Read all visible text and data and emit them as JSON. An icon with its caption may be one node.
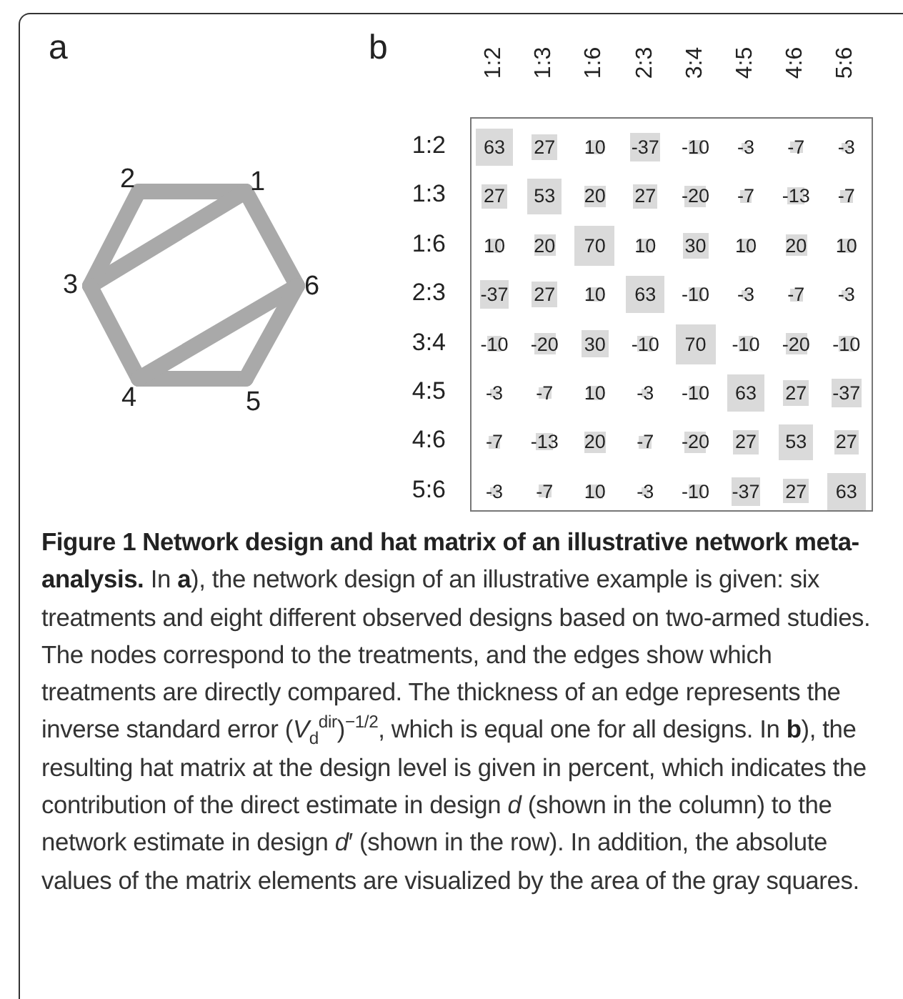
{
  "diagram": {
    "caption": "**Figure 1 Network design and hat matrix of an illustrative network meta-analysis.** In **a**), the network design of an illustrative example is given: six treatments and eight different observed designs based on two-armed studies. The nodes correspond to the treatments, and the edges show which treatments are directly compared. The thickness of an edge represents the inverse standard error (*V*$_{d}$$^{dir}$)$^{−1/2}$, which is equal one for all designs. In **b**), the resulting hat matrix at the design level is given in percent, which indicates the contribution of the direct estimate in design *d* (shown in the column) to the network estimate in design *d*′ (shown in the row). In addition, the absolute values of the matrix elements are visualized by the area of the gray squares.",
    "nodes": [
      {
        "text": [
          "2"
        ]
      },
      {
        "text": [
          "1"
        ]
      },
      {
        "text": [
          "3"
        ]
      },
      {
        "text": [
          "6"
        ]
      },
      {
        "text": [
          "4"
        ]
      },
      {
        "text": [
          "5"
        ]
      }
    ],
    "edges": [
      {
        "from": 1,
        "to": 0,
        "arrow": "none"
      },
      {
        "from": 1,
        "to": 2,
        "arrow": "none"
      },
      {
        "from": 1,
        "to": 3,
        "arrow": "none"
      },
      {
        "from": 0,
        "to": 2,
        "arrow": "none"
      },
      {
        "from": 2,
        "to": 4,
        "arrow": "none"
      },
      {
        "from": 4,
        "to": 5,
        "arrow": "none"
      },
      {
        "from": 4,
        "to": 3,
        "arrow": "none"
      },
      {
        "from": 5,
        "to": 3,
        "arrow": "none"
      }
    ],
    "labels": [
      "a",
      "b",
      "1:2",
      "1:3",
      "1:6",
      "2:3",
      "3:4",
      "4:5",
      "4:6",
      "5:6",
      "1:2",
      "63",
      "27",
      "10",
      "-37",
      "-10",
      "-3",
      "-7",
      "-3",
      "1:3",
      "27",
      "53",
      "20",
      "27",
      "-20",
      "-7",
      "-13",
      "-7",
      "1:6",
      "10",
      "20",
      "70",
      "10",
      "30",
      "10",
      "20",
      "10",
      "2:3",
      "-37",
      "27",
      "10",
      "63",
      "-10",
      "-3",
      "-7",
      "-3",
      "3:4",
      "-10",
      "-20",
      "30",
      "-10",
      "70",
      "-10",
      "-20",
      "-10",
      "4:5",
      "-3",
      "-7",
      "10",
      "-3",
      "-10",
      "63",
      "27",
      "-37",
      "4:6",
      "-7",
      "-13",
      "20",
      "-7",
      "-20",
      "27",
      "53",
      "27",
      "5:6",
      "-3",
      "-7",
      "10",
      "-3",
      "-10",
      "-37",
      "27",
      "63"
    ]
  }
}
